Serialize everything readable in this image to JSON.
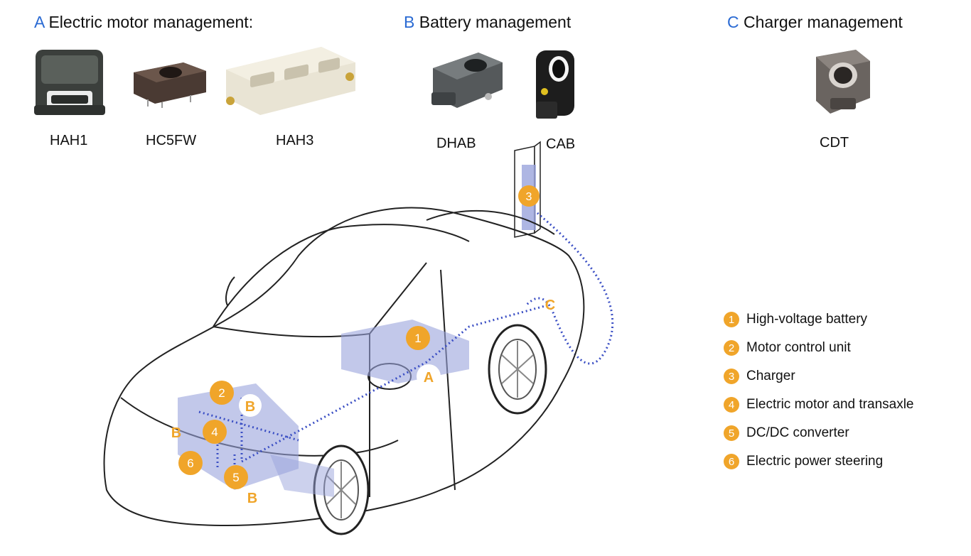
{
  "sections": {
    "a": {
      "letter": "A",
      "title": "Electric motor management:"
    },
    "b": {
      "letter": "B",
      "title": "Battery management"
    },
    "c": {
      "letter": "C",
      "title": "Charger management"
    }
  },
  "products": {
    "hah1": "HAH1",
    "hc5fw": "HC5FW",
    "hah3": "HAH3",
    "dhab": "DHAB",
    "cab": "CAB",
    "cdt": "CDT"
  },
  "legend": [
    {
      "num": "1",
      "label": "High-voltage battery"
    },
    {
      "num": "2",
      "label": "Motor control unit"
    },
    {
      "num": "3",
      "label": "Charger"
    },
    {
      "num": "4",
      "label": "Electric motor and transaxle"
    },
    {
      "num": "5",
      "label": "DC/DC converter"
    },
    {
      "num": "6",
      "label": "Electric power steering"
    }
  ],
  "markers": {
    "m1": "1",
    "m2": "2",
    "m3": "3",
    "m4": "4",
    "m5": "5",
    "m6": "6",
    "mA": "A",
    "mB1": "B",
    "mB2": "B",
    "mB3": "B",
    "mC": "C"
  },
  "colors": {
    "accent_blue": "#2a6ad3",
    "marker_orange": "#f0a52a",
    "component_blue": "#9aa4dc",
    "wire_blue": "#3b4fc4"
  }
}
